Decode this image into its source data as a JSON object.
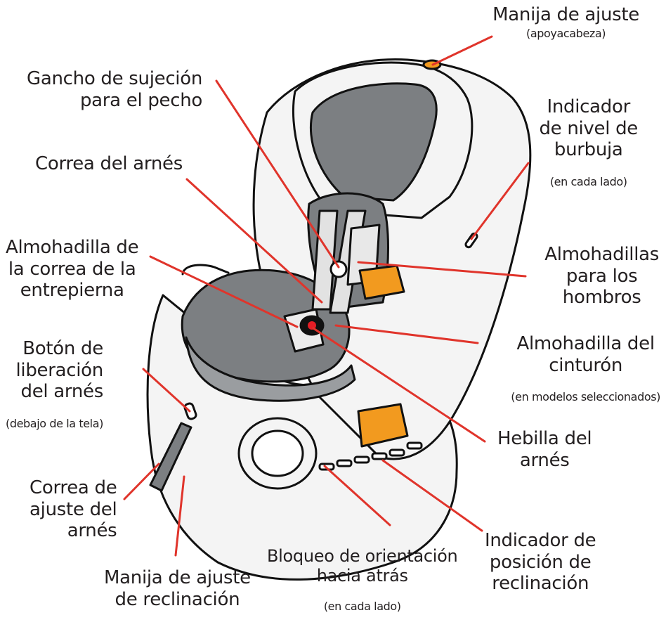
{
  "colors": {
    "leader": "#e0342b",
    "fabric_dark": "#7c7f82",
    "fabric_mid": "#9a9da0",
    "shell": "#f4f4f4",
    "outline": "#111111",
    "accent": "#f29a1f",
    "buckle": "#e51d25"
  },
  "labels": {
    "manija_ajuste": {
      "main": "Manija de ajuste",
      "sub": "(apoyacabeza)"
    },
    "gancho": {
      "main": "Gancho de sujeción\npara el pecho"
    },
    "indicador_nivel": {
      "main": "Indicador\nde nivel de\nburbuja",
      "sub": "(en cada lado)"
    },
    "correa_arnes": {
      "main": "Correa del arnés"
    },
    "almohadilla_entrepierna": {
      "main": "Almohadilla de\nla correa de la\nentrepierna"
    },
    "almohadillas_hombros": {
      "main": "Almohadillas\npara los\nhombros"
    },
    "boton_liberacion": {
      "main": "Botón de\nliberación\ndel arnés",
      "sub": "(debajo de la tela)"
    },
    "almohadilla_cinturon": {
      "main": "Almohadilla del\ncinturón",
      "sub": "(en modelos seleccionados)"
    },
    "hebilla": {
      "main": "Hebilla del\narnés"
    },
    "correa_ajuste": {
      "main": "Correa de\najuste del\narnés"
    },
    "indicador_posicion": {
      "main": "Indicador de\nposición de\nreclinación"
    },
    "bloqueo": {
      "main": "Bloqueo de orientación\nhacia atrás",
      "sub": "(en cada lado)"
    },
    "manija_reclinacion": {
      "main": "Manija de ajuste\nde reclinación"
    }
  }
}
